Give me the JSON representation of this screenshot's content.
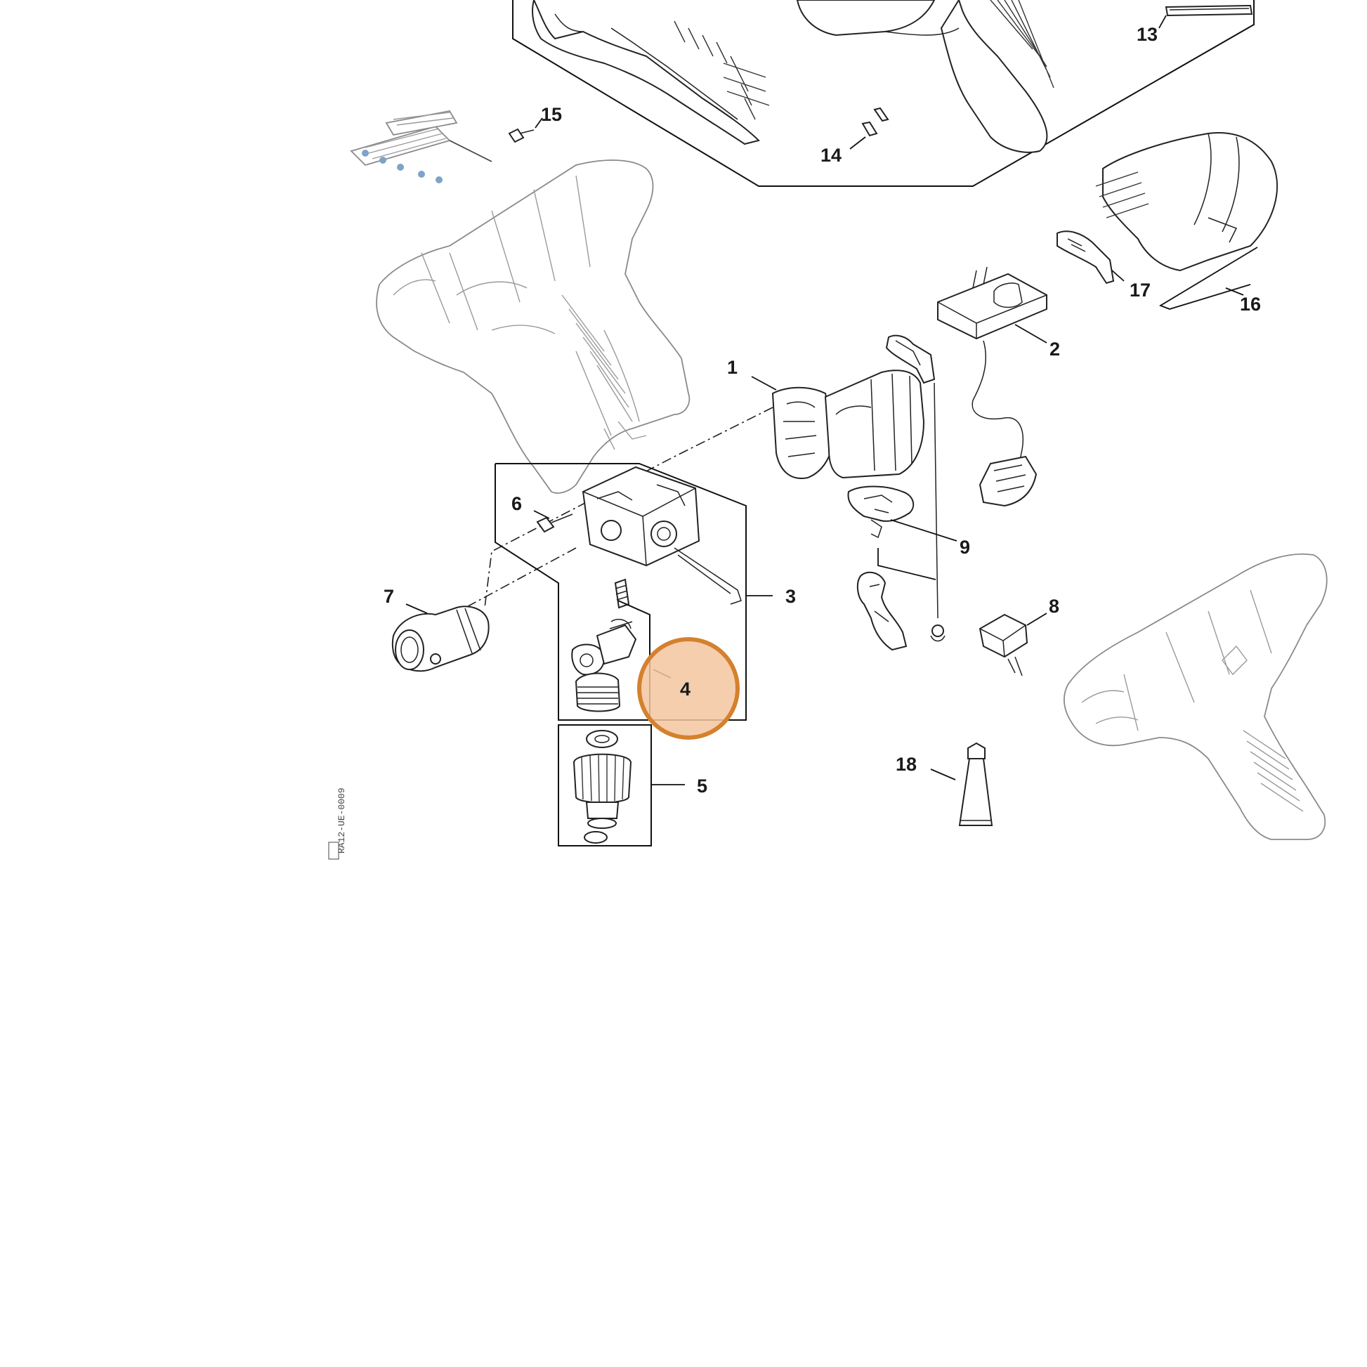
{
  "callouts": {
    "c1": "1",
    "c2": "2",
    "c3": "3",
    "c4": "4",
    "c5": "5",
    "c6": "6",
    "c7": "7",
    "c8": "8",
    "c9": "9",
    "c13": "13",
    "c14": "14",
    "c15": "15",
    "c16": "16",
    "c17": "17",
    "c18": "18"
  },
  "highlight": {
    "callout": "4",
    "fill_color": "#f3c6a0",
    "ring_color": "#d4812f"
  },
  "drawing_code": "RA12-UE-0009"
}
